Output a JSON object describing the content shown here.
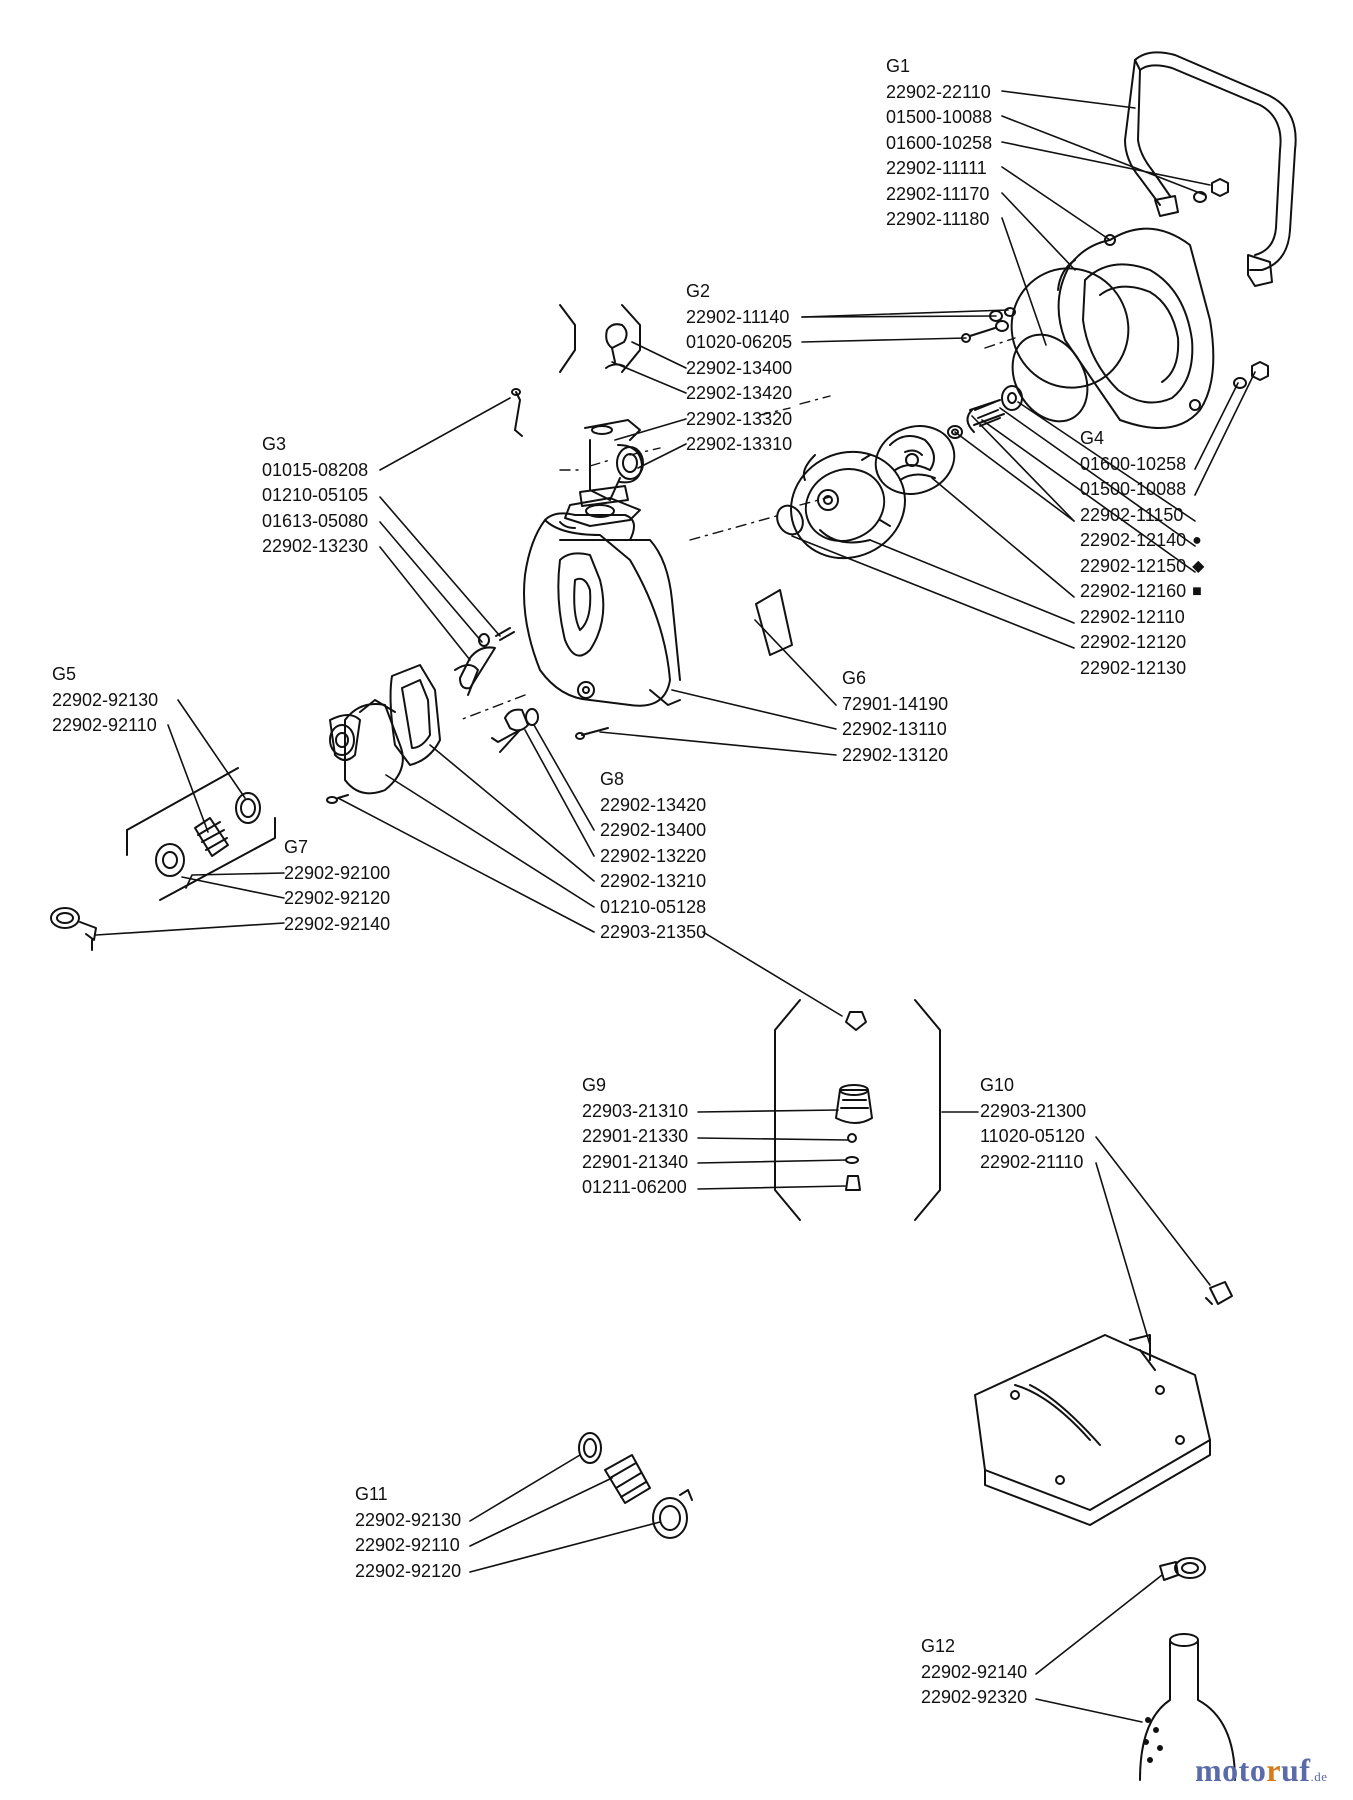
{
  "groups": {
    "G1": {
      "name": "G1",
      "parts": [
        "22902-22110",
        "01500-10088",
        "01600-10258",
        "22902-11111",
        "22902-11170",
        "22902-11180"
      ]
    },
    "G2": {
      "name": "G2",
      "parts": [
        "22902-11140",
        "01020-06205",
        "22902-13400",
        "22902-13420",
        "22902-13320",
        "22902-13310"
      ]
    },
    "G3": {
      "name": "G3",
      "parts": [
        "01015-08208",
        "01210-05105",
        "01613-05080",
        "22902-13230"
      ]
    },
    "G4": {
      "name": "G4",
      "parts": [
        "01600-10258",
        "01500-10088",
        "22902-11150",
        "22902-12140",
        "22902-12150",
        "22902-12160",
        "22902-12110",
        "22902-12120",
        "22902-12130"
      ]
    },
    "G5": {
      "name": "G5",
      "parts": [
        "22902-92130",
        "22902-92110"
      ]
    },
    "G6": {
      "name": "G6",
      "parts": [
        "72901-14190",
        "22902-13110",
        "22902-13120"
      ]
    },
    "G7": {
      "name": "G7",
      "parts": [
        "22902-92100",
        "22902-92120",
        "22902-92140"
      ]
    },
    "G8": {
      "name": "G8",
      "parts": [
        "22902-13420",
        "22902-13400",
        "22902-13220",
        "22902-13210",
        "01210-05128",
        "22903-21350"
      ]
    },
    "G9": {
      "name": "G9",
      "parts": [
        "22903-21310",
        "22901-21330",
        "22901-21340",
        "01211-06200"
      ]
    },
    "G10": {
      "name": "G10",
      "parts": [
        "22903-21300",
        "11020-05120",
        "22902-21110"
      ]
    },
    "G11": {
      "name": "G11",
      "parts": [
        "22902-92130",
        "22902-92110",
        "22902-92120"
      ]
    },
    "G12": {
      "name": "G12",
      "parts": [
        "22902-92140",
        "22902-92320"
      ]
    }
  },
  "markers": {
    "circle": "●",
    "diamond": "◆",
    "square": "■"
  },
  "watermark": {
    "brand_a": "moto",
    "brand_b": "r",
    "brand_c": "uf",
    "tld": ".de"
  },
  "colors": {
    "ink": "#111111",
    "brand_blue": "#5b6aa8",
    "brand_orange": "#d77a1c"
  }
}
